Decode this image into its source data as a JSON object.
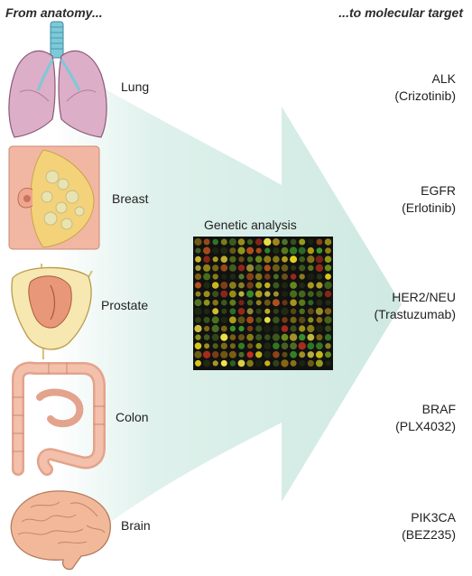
{
  "header": {
    "left_title": "From anatomy...",
    "right_title": "...to molecular target"
  },
  "organs": [
    {
      "label": "Lung",
      "icon": "lung-icon"
    },
    {
      "label": "Breast",
      "icon": "breast-icon"
    },
    {
      "label": "Prostate",
      "icon": "prostate-icon"
    },
    {
      "label": "Colon",
      "icon": "colon-icon"
    },
    {
      "label": "Brain",
      "icon": "brain-icon"
    }
  ],
  "center": {
    "label": "Genetic analysis",
    "image": "microarray-icon"
  },
  "targets": [
    {
      "name": "ALK",
      "drug": "(Crizotinib)"
    },
    {
      "name": "EGFR",
      "drug": "(Erlotinib)"
    },
    {
      "name": "HER2/NEU",
      "drug": "(Trastuzumab)"
    },
    {
      "name": "BRAF",
      "drug": "(PLX4032)"
    },
    {
      "name": "PIK3CA",
      "drug": "(BEZ235)"
    }
  ],
  "colors": {
    "arrow": "#d2ebe5",
    "microarray_background": "#111111",
    "spot_green": "#3c9a2a",
    "spot_yellow": "#e6d21e",
    "spot_red": "#c8321e"
  }
}
